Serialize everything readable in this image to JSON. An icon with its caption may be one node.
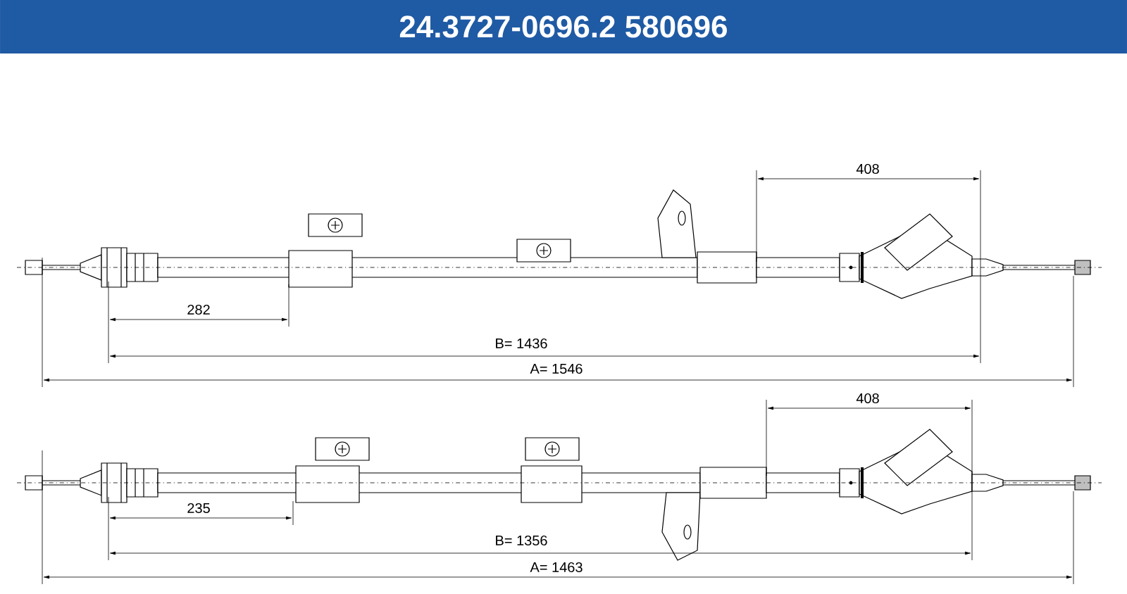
{
  "diagram": {
    "title": "24.3727-0696.2   580696",
    "labels": [
      "408",
      "282",
      "B= 1436",
      "A= 1546",
      "408",
      "235",
      "B= 1356",
      "A= 1463"
    ]
  }
}
